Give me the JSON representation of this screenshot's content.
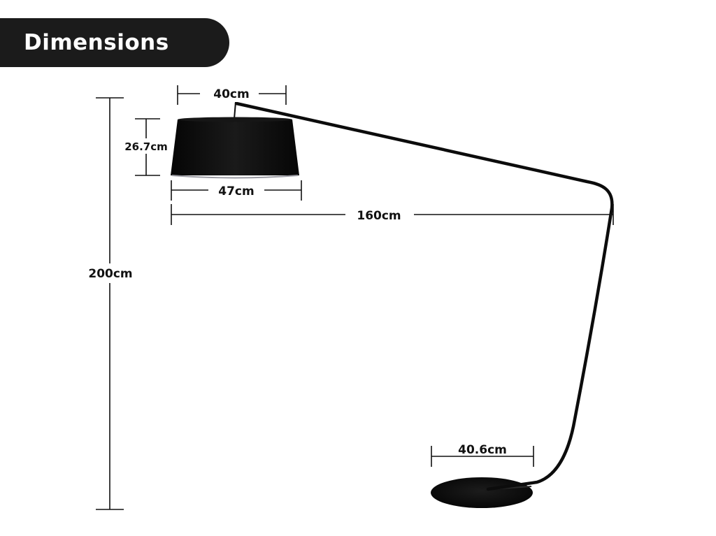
{
  "header": {
    "title": "Dimensions"
  },
  "dimensions": {
    "shade_top_width": "40cm",
    "shade_height": "26.7cm",
    "shade_bottom_width": "47cm",
    "arm_reach": "160cm",
    "total_height": "200cm",
    "base_diameter": "40.6cm"
  },
  "colors": {
    "header_background": "#1b1b1b",
    "header_text": "#ffffff",
    "lamp_body": "#0c0c0c",
    "dimension_lines": "#111111"
  }
}
